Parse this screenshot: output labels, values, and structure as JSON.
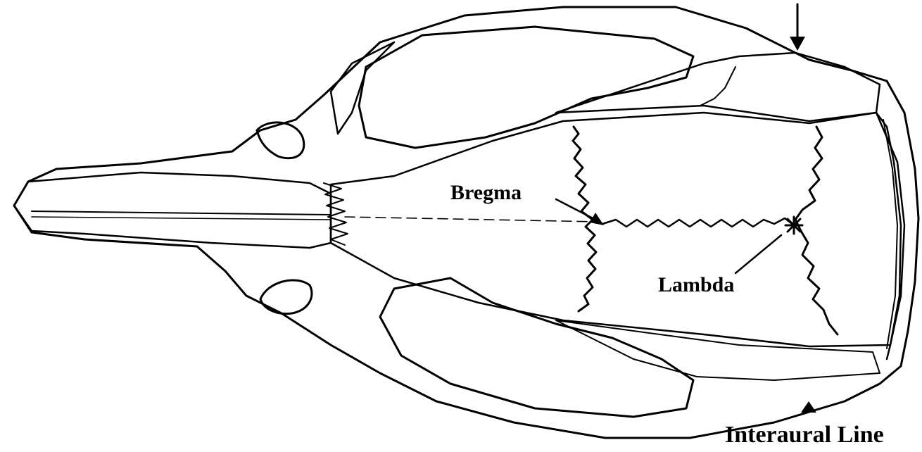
{
  "diagram": {
    "labels": {
      "bregma": "Bregma",
      "lambda": "Lambda",
      "interaural": "Interaural Line"
    },
    "colors": {
      "ink": "#000000",
      "paper": "#ffffff"
    }
  }
}
